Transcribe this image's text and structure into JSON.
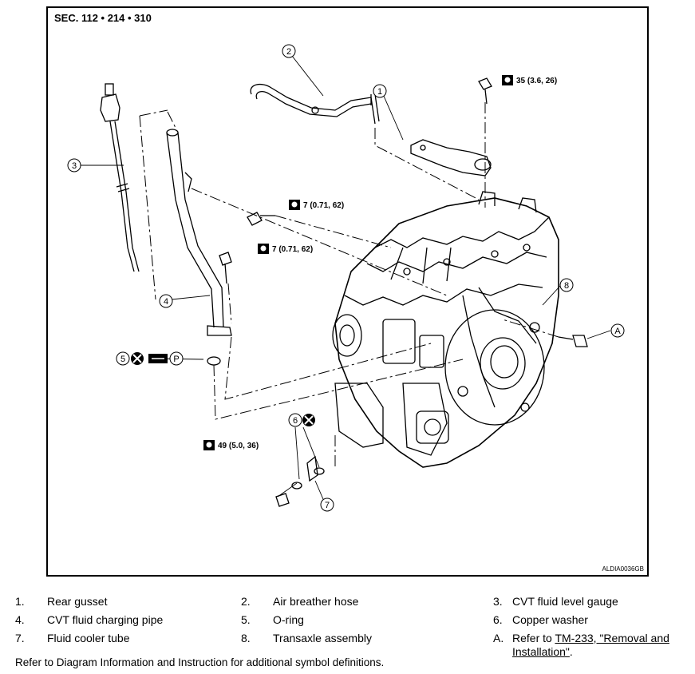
{
  "diagram": {
    "section_code": "SEC. 112 • 214 • 310",
    "image_code": "ALDIA0036GB",
    "torques": {
      "t1": "35 (3.6, 26)",
      "t2": "7 (0.71, 62)",
      "t3": "7 (0.71, 62)",
      "t4": "49 (5.0, 36)"
    },
    "callouts": [
      "1",
      "2",
      "3",
      "4",
      "5",
      "6",
      "7",
      "8"
    ],
    "ref_a": "A",
    "symbol_p": "P"
  },
  "legend": [
    {
      "num": "1.",
      "text": "Rear gusset"
    },
    {
      "num": "2.",
      "text": "Air breather hose"
    },
    {
      "num": "3.",
      "text": "CVT fluid level gauge"
    },
    {
      "num": "4.",
      "text": "CVT fluid charging pipe"
    },
    {
      "num": "5.",
      "text": "O-ring"
    },
    {
      "num": "6.",
      "text": "Copper washer"
    },
    {
      "num": "7.",
      "text": "Fluid cooler tube"
    },
    {
      "num": "8.",
      "text": "Transaxle assembly"
    },
    {
      "num": "A.",
      "text_pre": "Refer to ",
      "link": "TM-233, \"Removal and Installation\"",
      "text_post": "."
    }
  ],
  "footer": "Refer to Diagram Information and Instruction for additional symbol definitions."
}
